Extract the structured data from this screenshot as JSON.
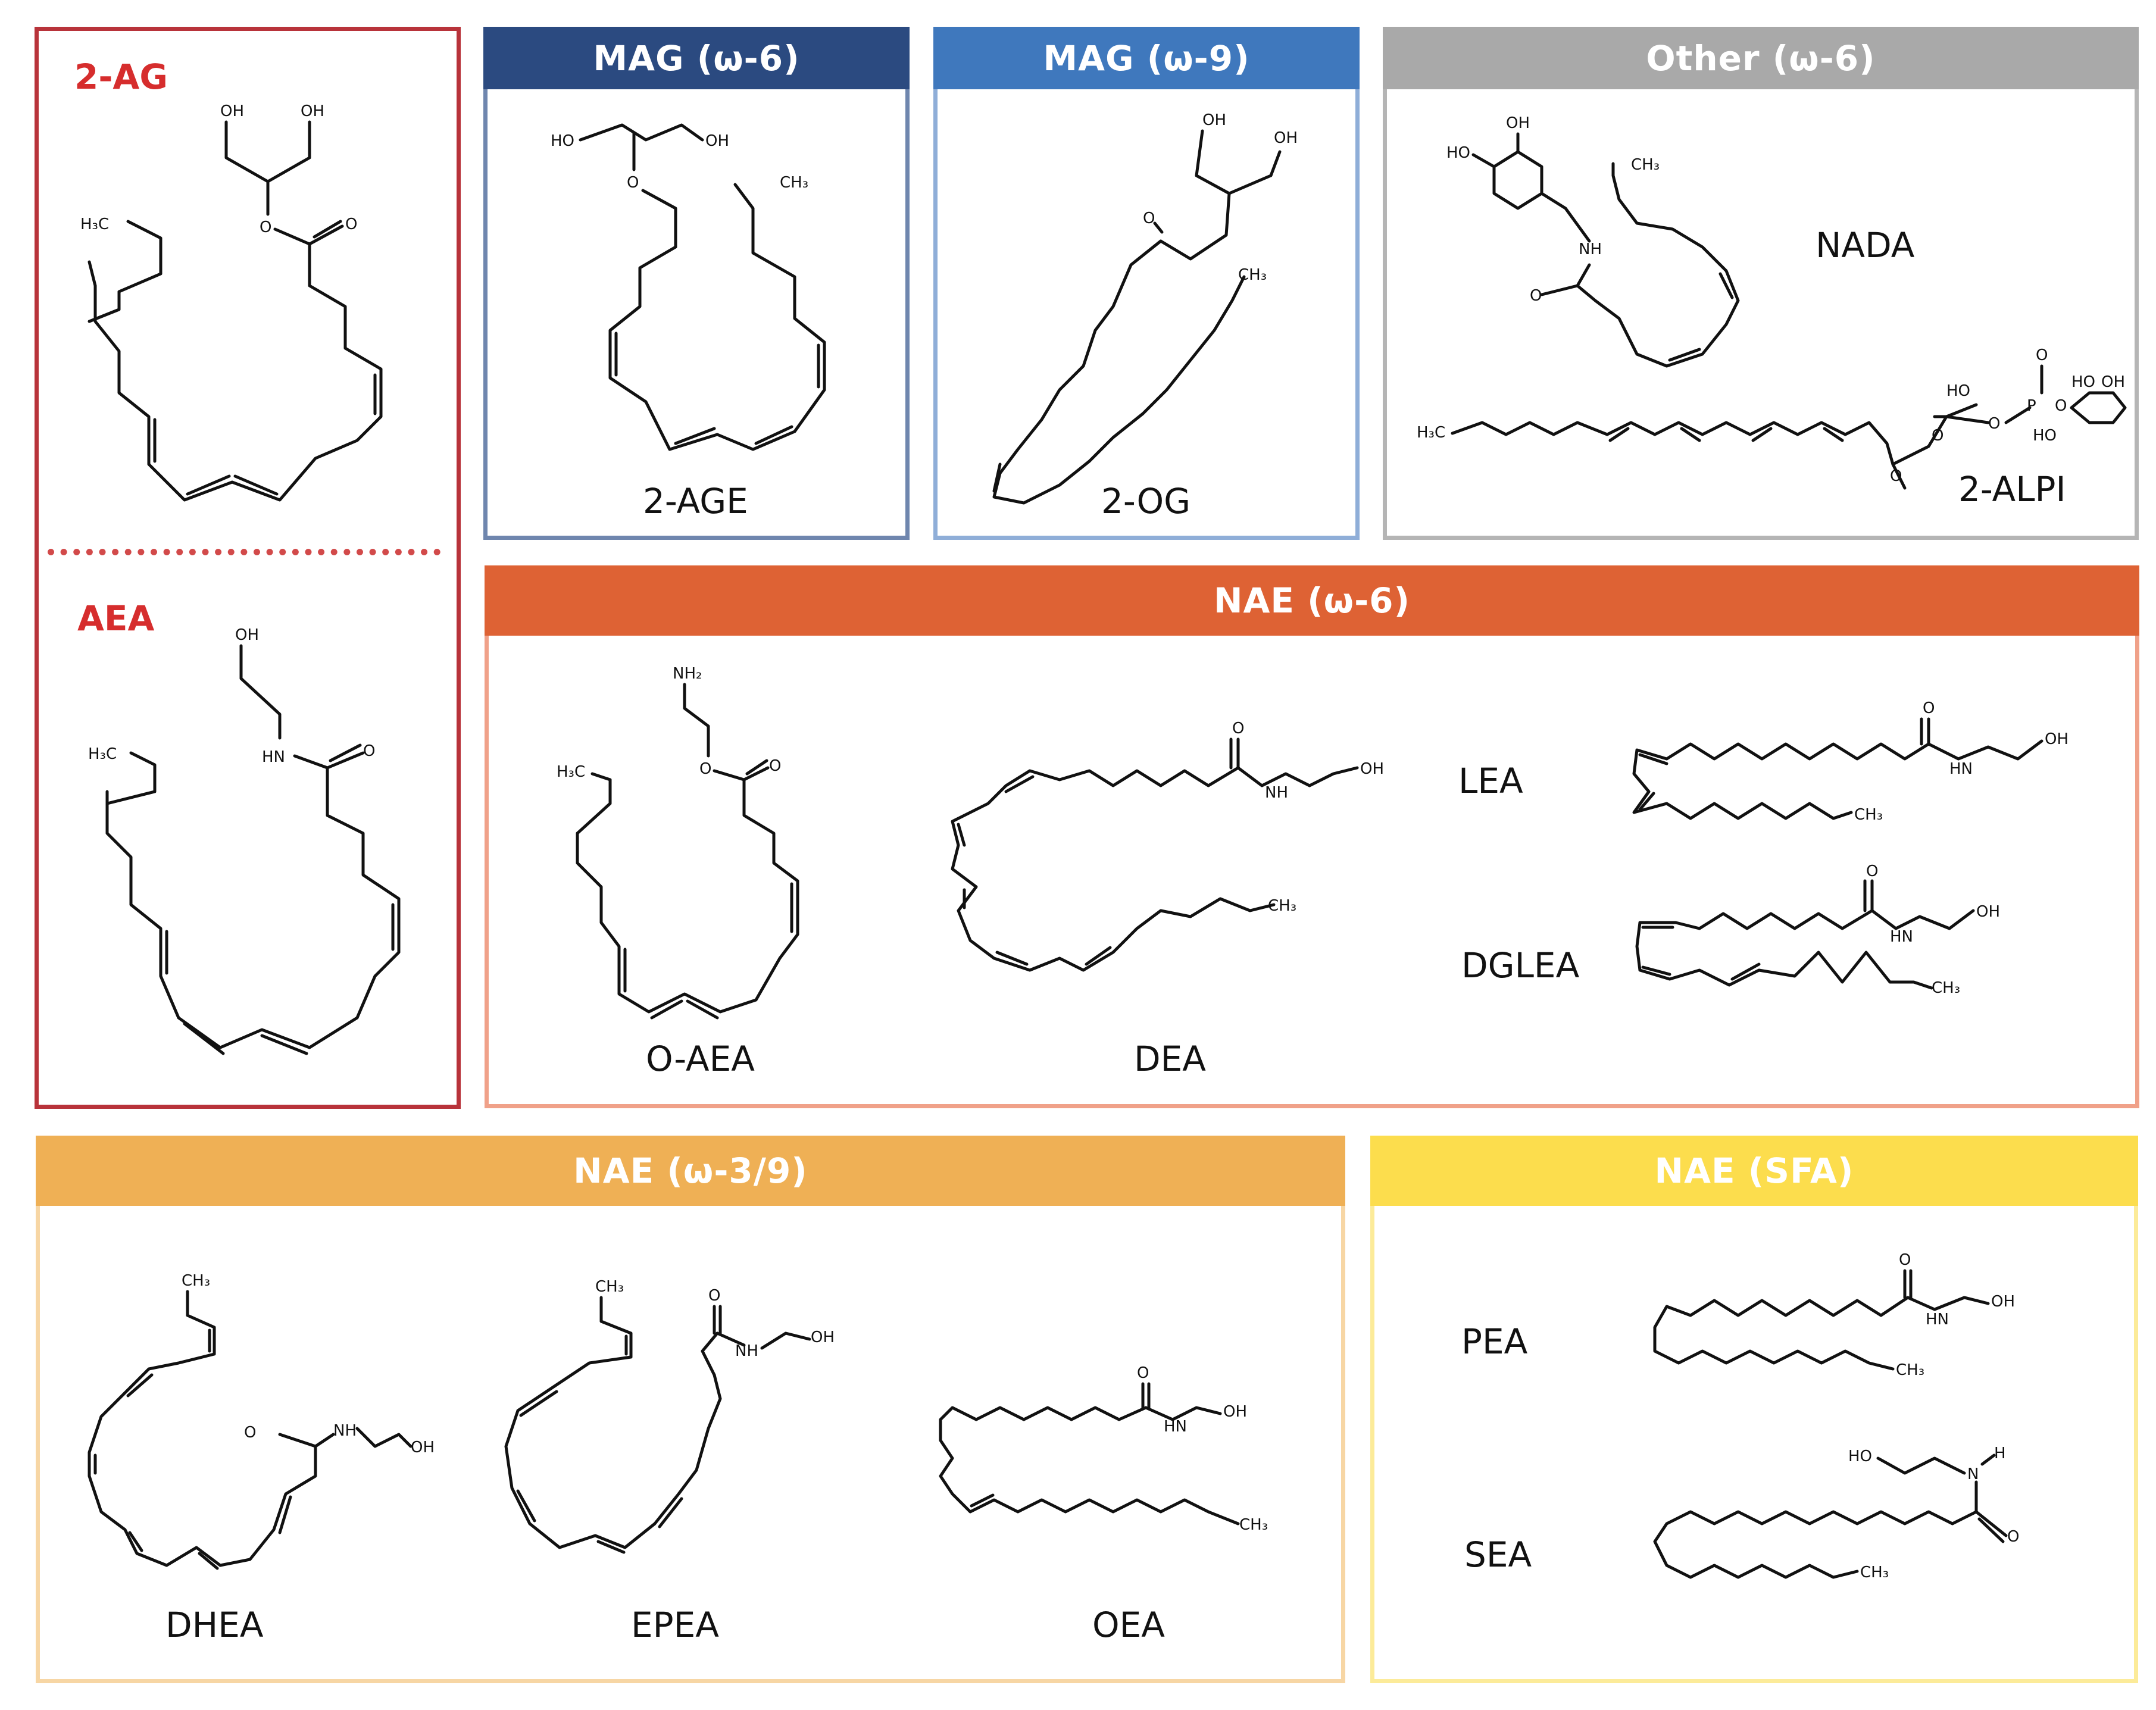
{
  "colors": {
    "red": "#b8333a",
    "mag6": "#2b4a80",
    "mag9": "#3f78bd",
    "other": "#a9a9a9",
    "nae6": "#de6234",
    "nae39": "#efb055",
    "naesfa": "#fcdd4d"
  },
  "panels": {
    "endo": {
      "top_label": "2-AG",
      "bottom_label": "AEA"
    },
    "mag6": {
      "title": "MAG (ω-6)",
      "compounds": [
        "2-AGE"
      ]
    },
    "mag9": {
      "title": "MAG (ω-9)",
      "compounds": [
        "2-OG"
      ]
    },
    "other": {
      "title": "Other (ω-6)",
      "compounds": [
        "NADA",
        "2-ALPI"
      ]
    },
    "nae6": {
      "title": "NAE (ω-6)",
      "compounds": [
        "O-AEA",
        "DEA",
        "LEA",
        "DGLEA"
      ]
    },
    "nae39": {
      "title": "NAE (ω-3/9)",
      "compounds": [
        "DHEA",
        "EPEA",
        "OEA"
      ]
    },
    "naesfa": {
      "title": "NAE (SFA)",
      "compounds": [
        "PEA",
        "SEA"
      ]
    }
  },
  "atoms": {
    "oh": "OH",
    "ho": "HO",
    "o": "O",
    "hn": "HN",
    "nh": "NH",
    "n": "N",
    "h": "H",
    "nh2": "NH₂",
    "h3c": "H₃C",
    "ch3": "CH₃",
    "p": "P"
  }
}
